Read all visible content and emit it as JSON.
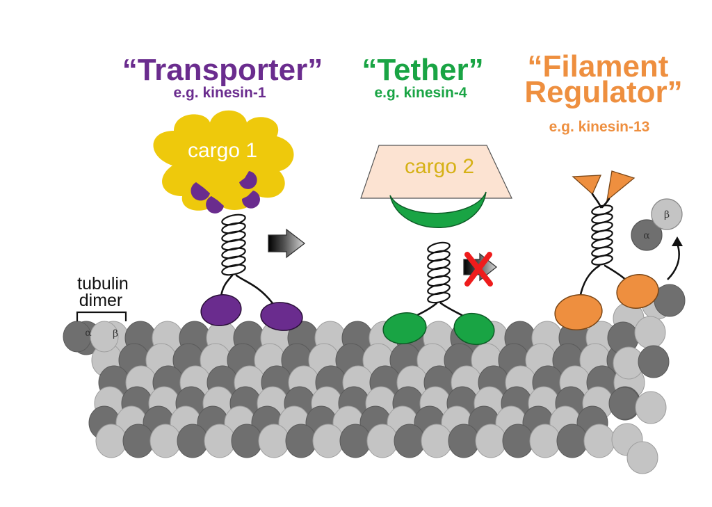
{
  "colors": {
    "transporter": "#6a2c8e",
    "tether": "#19a444",
    "regulator": "#ee8f3f",
    "cargo1": "#eec90c",
    "cargo2_fill": "#fce3d2",
    "tubulin_alpha": "#6f6f6f",
    "tubulin_beta": "#c4c4c4",
    "block_x": "#ee1c1c"
  },
  "motors": [
    {
      "title": "“Transporter”",
      "example": "e.g. kinesin-1",
      "cargo": "cargo 1"
    },
    {
      "title": "“Tether”",
      "example": "e.g. kinesin-4",
      "cargo": "cargo 2"
    },
    {
      "title_line1": "“Filament",
      "title_line2": "Regulator”",
      "example": "e.g. kinesin-13"
    }
  ],
  "tubulin": {
    "label_line1": "tubulin",
    "label_line2": "dimer",
    "alpha": "α",
    "beta": "β"
  },
  "icons": {
    "movement_arrow": "right-arrow-icon",
    "blocked": "red-x-icon",
    "release_arrow": "curved-arrow-icon"
  }
}
